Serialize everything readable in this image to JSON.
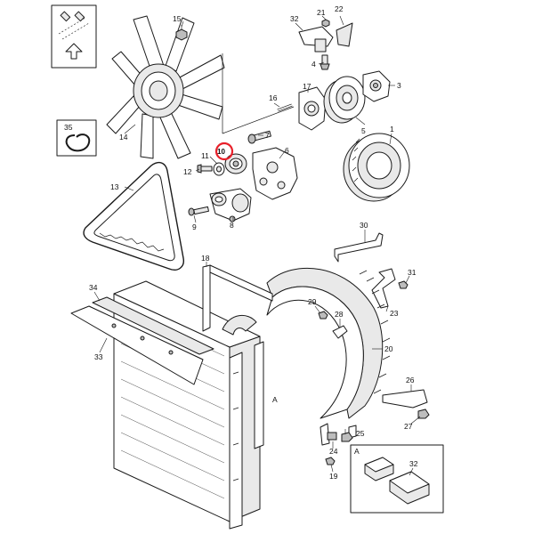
{
  "diagram": {
    "callouts": [
      {
        "id": "c1",
        "text": "1"
      },
      {
        "id": "c3",
        "text": "3"
      },
      {
        "id": "c4",
        "text": "4"
      },
      {
        "id": "c5",
        "text": "5"
      },
      {
        "id": "c6",
        "text": "6"
      },
      {
        "id": "c7",
        "text": "7"
      },
      {
        "id": "c8",
        "text": "8"
      },
      {
        "id": "c9",
        "text": "9"
      },
      {
        "id": "c10",
        "text": "10"
      },
      {
        "id": "c11",
        "text": "11"
      },
      {
        "id": "c12",
        "text": "12"
      },
      {
        "id": "c13",
        "text": "13"
      },
      {
        "id": "c14",
        "text": "14"
      },
      {
        "id": "c15",
        "text": "15"
      },
      {
        "id": "c16",
        "text": "16"
      },
      {
        "id": "c17",
        "text": "17"
      },
      {
        "id": "c18",
        "text": "18"
      },
      {
        "id": "c19",
        "text": "19"
      },
      {
        "id": "c20",
        "text": "20"
      },
      {
        "id": "c21",
        "text": "21"
      },
      {
        "id": "c22",
        "text": "22"
      },
      {
        "id": "c23",
        "text": "23"
      },
      {
        "id": "c24",
        "text": "24"
      },
      {
        "id": "c25",
        "text": "25"
      },
      {
        "id": "c26",
        "text": "26"
      },
      {
        "id": "c27",
        "text": "27"
      },
      {
        "id": "c28",
        "text": "28"
      },
      {
        "id": "c29",
        "text": "29"
      },
      {
        "id": "c30",
        "text": "30"
      },
      {
        "id": "c31",
        "text": "31"
      },
      {
        "id": "c32",
        "text": "32"
      },
      {
        "id": "c33",
        "text": "33"
      },
      {
        "id": "c34",
        "text": "34"
      },
      {
        "id": "c35",
        "text": "35"
      },
      {
        "id": "c32b",
        "text": "32"
      }
    ],
    "view_markers": [
      {
        "id": "a_main",
        "text": "A"
      },
      {
        "id": "a_inset",
        "text": "A"
      }
    ],
    "highlight_color": "#e8202a"
  }
}
